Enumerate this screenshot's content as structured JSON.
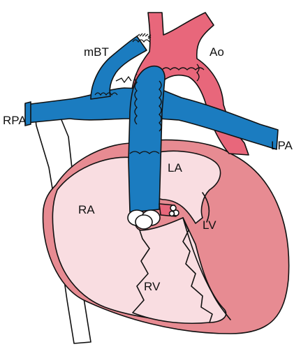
{
  "diagram": {
    "colors": {
      "aorta": "#e8677b",
      "pulmonary": "#1b7cc0",
      "heart_dark": "#e78b92",
      "heart_light": "#f9dde1",
      "sva": "#ffffff"
    },
    "labels": {
      "ao": "Ao",
      "mbt": "mBT",
      "rpa": "RPA",
      "lpa": "LPA",
      "la": "LA",
      "ra": "RA",
      "lv": "LV",
      "rv": "RV"
    }
  }
}
